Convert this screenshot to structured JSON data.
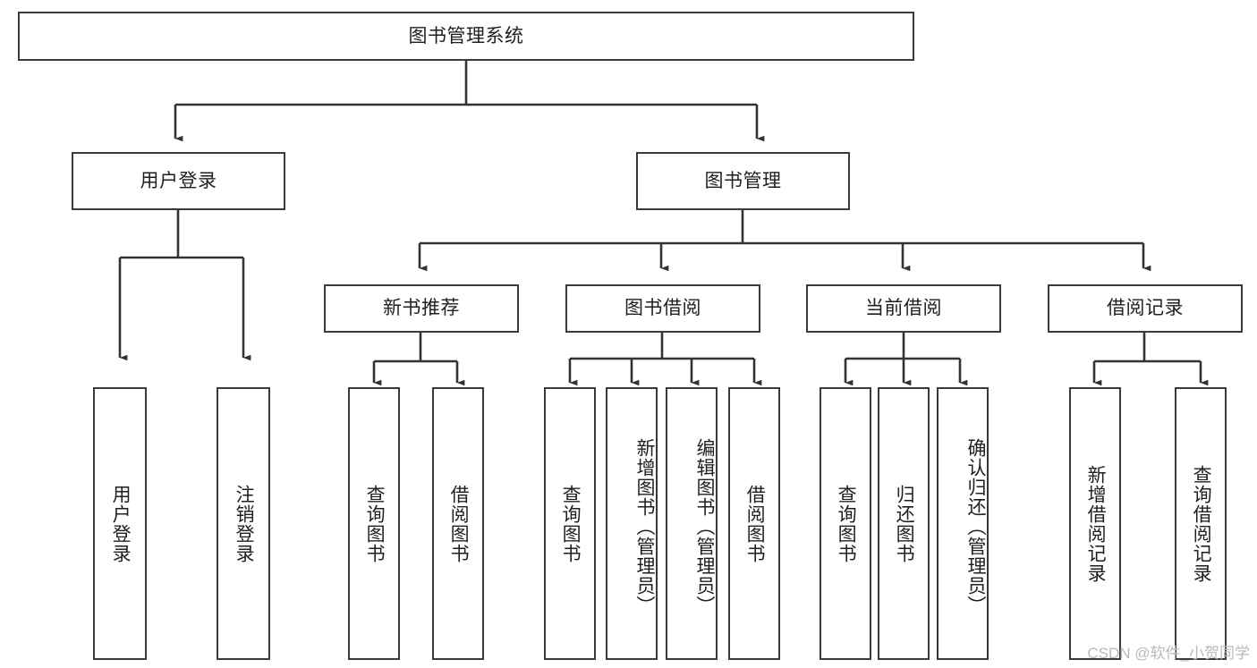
{
  "diagram": {
    "title": "图书管理系统",
    "type": "tree-hierarchy",
    "watermark": "CSDN @软件_小贺同学",
    "colors": {
      "box_border": "#3a3a3a",
      "box_fill": "#ffffff",
      "edge": "#333333",
      "text": "#1f1f1f",
      "watermark": "#b9b9b9",
      "background": "#ffffff"
    },
    "levels": {
      "root": {
        "label": "图书管理系统"
      },
      "level1": [
        {
          "id": "user-login",
          "label": "用户登录"
        },
        {
          "id": "book-manage",
          "label": "图书管理"
        }
      ],
      "level2": [
        {
          "id": "new-book-recommend",
          "label": "新书推荐",
          "parent": "book-manage"
        },
        {
          "id": "book-borrow",
          "label": "图书借阅",
          "parent": "book-manage"
        },
        {
          "id": "current-borrow",
          "label": "当前借阅",
          "parent": "book-manage"
        },
        {
          "id": "borrow-record",
          "label": "借阅记录",
          "parent": "book-manage"
        }
      ],
      "leaves": [
        {
          "id": "leaf-user-login",
          "label": "用户登录",
          "parent": "user-login"
        },
        {
          "id": "leaf-logout",
          "label": "注销登录",
          "parent": "user-login"
        },
        {
          "id": "leaf-query-book-1",
          "label": "查询图书",
          "parent": "new-book-recommend"
        },
        {
          "id": "leaf-borrow-book-1",
          "label": "借阅图书",
          "parent": "new-book-recommend"
        },
        {
          "id": "leaf-query-book-2",
          "label": "查询图书",
          "parent": "book-borrow"
        },
        {
          "id": "leaf-add-book",
          "label": "新增图书（管理员）",
          "parent": "book-borrow"
        },
        {
          "id": "leaf-edit-book",
          "label": "编辑图书（管理员）",
          "parent": "book-borrow"
        },
        {
          "id": "leaf-borrow-book-2",
          "label": "借阅图书",
          "parent": "book-borrow"
        },
        {
          "id": "leaf-query-book-3",
          "label": "查询图书",
          "parent": "current-borrow"
        },
        {
          "id": "leaf-return-book",
          "label": "归还图书",
          "parent": "current-borrow"
        },
        {
          "id": "leaf-confirm-return",
          "label": "确认归还（管理员）",
          "parent": "current-borrow"
        },
        {
          "id": "leaf-add-record",
          "label": "新增借阅记录",
          "parent": "borrow-record"
        },
        {
          "id": "leaf-query-record",
          "label": "查询借阅记录",
          "parent": "borrow-record"
        }
      ]
    }
  }
}
